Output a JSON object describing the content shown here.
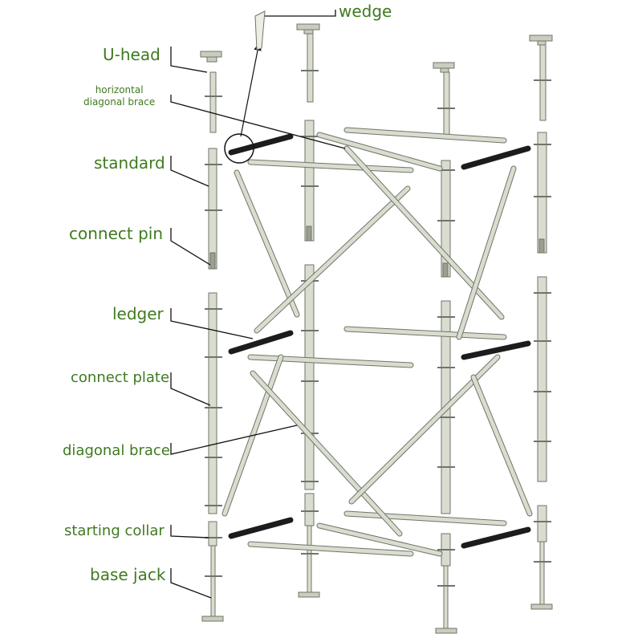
{
  "colors": {
    "label": "#3f7a1f",
    "pipe_fill": "#d9ddd0",
    "pipe_stroke": "#6f7568",
    "ledger_dark": "#1c1c1c",
    "leader": "#111111"
  },
  "labels": {
    "wedge": "wedge",
    "u_head": "U-head",
    "horizontal_diagonal_brace_line1": "horizontal",
    "horizontal_diagonal_brace_line2": "diagonal brace",
    "standard": "standard",
    "connect_pin": "connect pin",
    "ledger": "ledger",
    "connect_plate": "connect plate",
    "diagonal_brace": "diagonal brace",
    "starting_collar": "starting collar",
    "base_jack": "base jack"
  }
}
